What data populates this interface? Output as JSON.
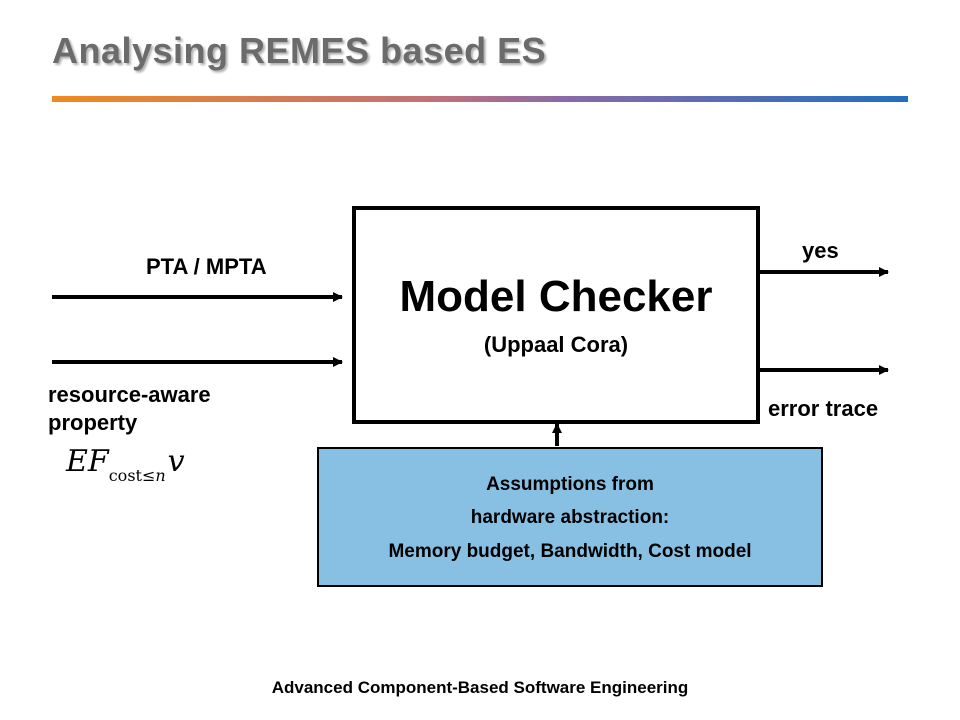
{
  "slide": {
    "title": "Analysing REMES based ES",
    "footer": "Advanced Component-Based Software Engineering"
  },
  "diagram": {
    "inputs": {
      "pta_label": "PTA / MPTA",
      "property_label_line1": "resource-aware",
      "property_label_line2": "property",
      "formula_main": "EF",
      "formula_sub_prefix": "cost≤",
      "formula_sub_var": "n",
      "formula_var": "v"
    },
    "checker": {
      "title": "Model Checker",
      "subtitle": "(Uppaal Cora)"
    },
    "outputs": {
      "yes_label": "yes",
      "error_label": "error trace"
    },
    "assumptions": {
      "line1": "Assumptions from",
      "line2": "hardware abstraction:",
      "line3": "Memory budget, Bandwidth, Cost model"
    },
    "colors": {
      "assumption_fill": "#88c0e4",
      "title_color": "#6b6b6b",
      "rule_start": "#f08a1e",
      "rule_end": "#1f6fc0"
    }
  }
}
